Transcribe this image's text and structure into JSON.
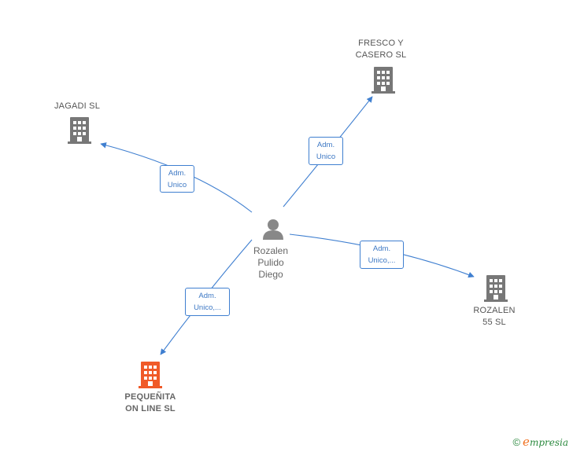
{
  "nodes": {
    "jagadi": {
      "label": "JAGADI  SL",
      "type": "company"
    },
    "fresco": {
      "label": "FRESCO Y\nCASERO  SL",
      "type": "company"
    },
    "rozalen55": {
      "label": "ROZALEN\n55 SL",
      "type": "company"
    },
    "pequenita": {
      "label": "PEQUEÑITA\nON LINE  SL",
      "type": "company-highlight"
    },
    "person": {
      "label": "Rozalen\nPulido\nDiego",
      "type": "person"
    }
  },
  "edges": {
    "to_jagadi": {
      "label": "Adm.\nUnico"
    },
    "to_fresco": {
      "label": "Adm.\nUnico"
    },
    "to_rozalen55": {
      "label": "Adm.\nUnico,..."
    },
    "to_pequenita": {
      "label": "Adm.\nUnico,..."
    }
  },
  "colors": {
    "edge": "#3f7fd0",
    "company_icon": "#777777",
    "highlight_icon": "#f05a28",
    "person_icon": "#888888"
  },
  "watermark": {
    "copyright_symbol": "©",
    "brand_initial": "e",
    "brand_rest": "mpresia"
  }
}
